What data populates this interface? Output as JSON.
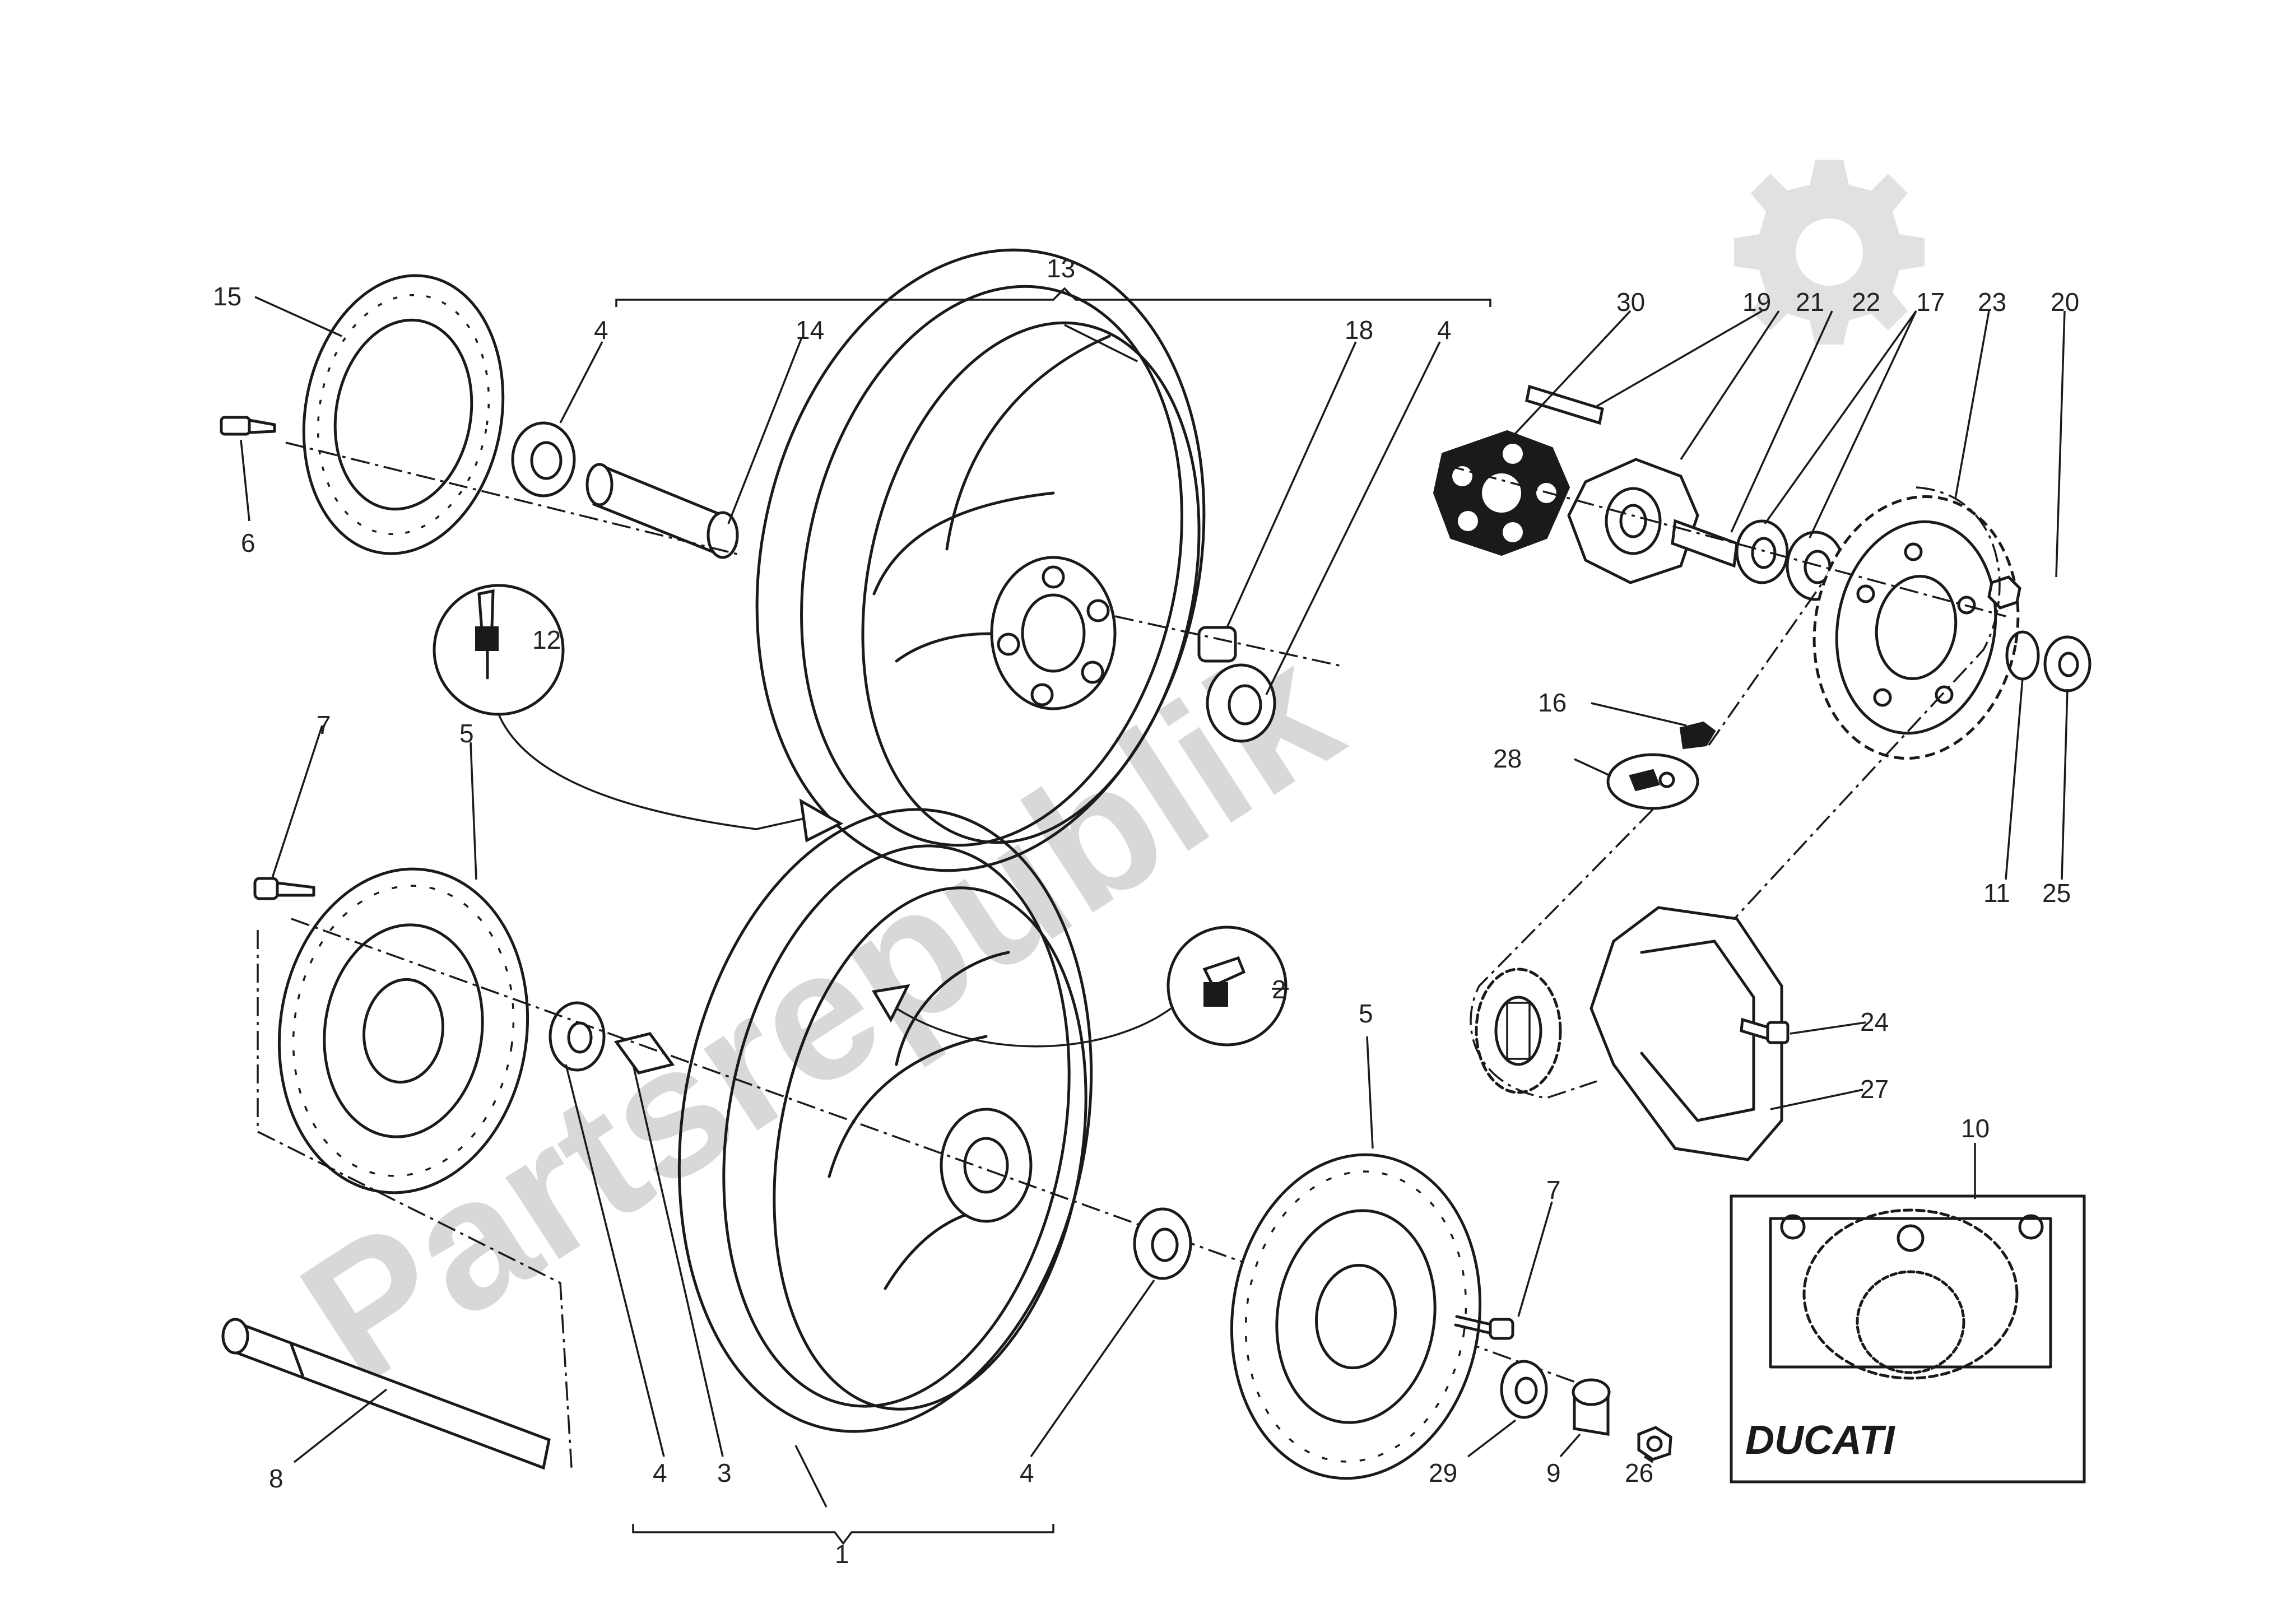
{
  "watermark": {
    "text": "Partsrepublik",
    "color": "#b9b9b9"
  },
  "callouts": [
    {
      "id": "c13",
      "text": "13"
    },
    {
      "id": "c15",
      "text": "15"
    },
    {
      "id": "c6",
      "text": "6"
    },
    {
      "id": "c4a",
      "text": "4"
    },
    {
      "id": "c14",
      "text": "14"
    },
    {
      "id": "c18",
      "text": "18"
    },
    {
      "id": "c4b",
      "text": "4"
    },
    {
      "id": "c30",
      "text": "30"
    },
    {
      "id": "c19",
      "text": "19"
    },
    {
      "id": "c21",
      "text": "21"
    },
    {
      "id": "c22",
      "text": "22"
    },
    {
      "id": "c17",
      "text": "17"
    },
    {
      "id": "c23",
      "text": "23"
    },
    {
      "id": "c20",
      "text": "20"
    },
    {
      "id": "c12",
      "text": "12"
    },
    {
      "id": "c16",
      "text": "16"
    },
    {
      "id": "c28",
      "text": "28"
    },
    {
      "id": "c11",
      "text": "11"
    },
    {
      "id": "c25",
      "text": "25"
    },
    {
      "id": "c7a",
      "text": "7"
    },
    {
      "id": "c5a",
      "text": "5"
    },
    {
      "id": "c2",
      "text": "2"
    },
    {
      "id": "c5b",
      "text": "5"
    },
    {
      "id": "c24",
      "text": "24"
    },
    {
      "id": "c27",
      "text": "27"
    },
    {
      "id": "c10",
      "text": "10"
    },
    {
      "id": "c7b",
      "text": "7"
    },
    {
      "id": "c8",
      "text": "8"
    },
    {
      "id": "c4c",
      "text": "4"
    },
    {
      "id": "c3",
      "text": "3"
    },
    {
      "id": "c1",
      "text": "1"
    },
    {
      "id": "c4d",
      "text": "4"
    },
    {
      "id": "c29",
      "text": "29"
    },
    {
      "id": "c9",
      "text": "9"
    },
    {
      "id": "c26",
      "text": "26"
    }
  ],
  "decal_brand": "DUCATI",
  "colors": {
    "line": "#1a1a1a",
    "label": "#222222",
    "background": "#ffffff"
  }
}
